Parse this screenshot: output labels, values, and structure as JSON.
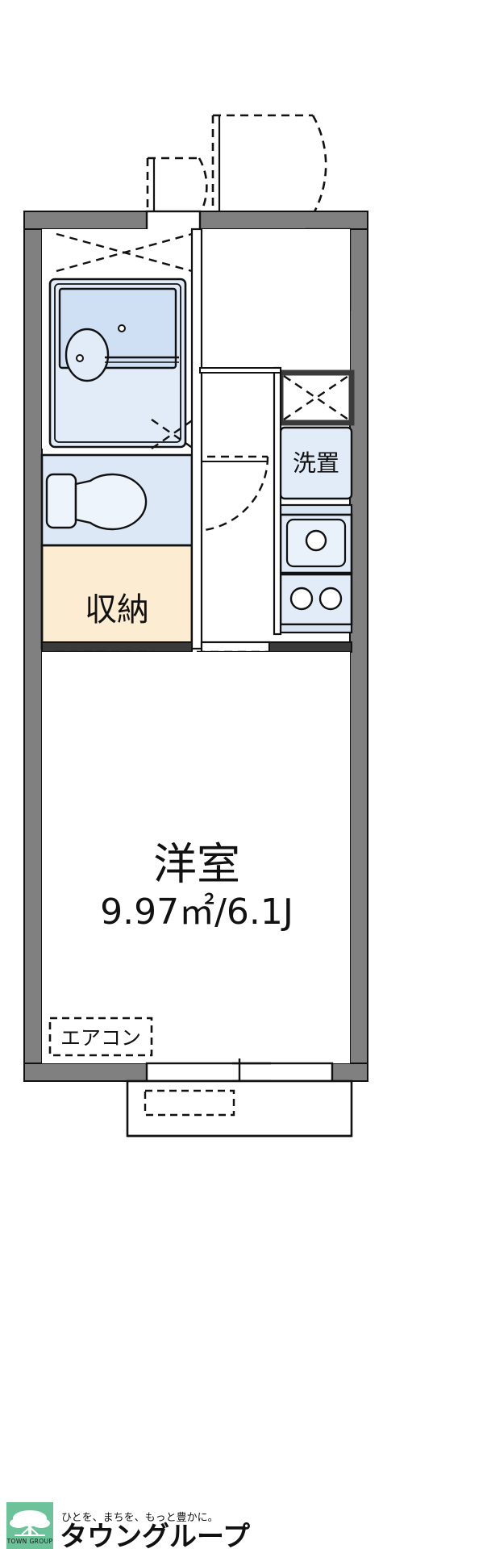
{
  "document": {
    "type": "apartment-floor-plan",
    "layout_type": "1K",
    "orientation": "portrait"
  },
  "rooms": [
    {
      "id": "main-room",
      "name": "洋室",
      "area_sqm": "9.97㎡",
      "tatami": "6.1J",
      "area_line": "9.97㎡/6.1J",
      "fill": "#ffffff"
    },
    {
      "id": "closet",
      "name": "収納",
      "fill": "#fcecd2"
    },
    {
      "id": "washer-space",
      "name": "洗置",
      "fill": "#e2ecf9"
    },
    {
      "id": "unit-bath",
      "name": "",
      "fill": "#e2ecf9"
    },
    {
      "id": "toilet",
      "name": "",
      "fill": "#e2ecf9"
    },
    {
      "id": "entrance",
      "name": "",
      "fill": "#fcecd2"
    }
  ],
  "annotations": [
    {
      "id": "aircon",
      "label": "エアコン"
    }
  ],
  "fixtures": [
    {
      "id": "bathtub",
      "name": "bathtub"
    },
    {
      "id": "vanity-sink",
      "name": "vanity-sink"
    },
    {
      "id": "toilet-bowl",
      "name": "toilet-bowl"
    },
    {
      "id": "kitchen-sink",
      "name": "kitchen-sink"
    },
    {
      "id": "stove-burners",
      "name": "stove-burners"
    },
    {
      "id": "shoe-box",
      "name": "shoe-box"
    },
    {
      "id": "balcony-rail",
      "name": "balcony-rail"
    }
  ],
  "branding": {
    "badge_text": "TOWN GROUP",
    "tagline": "ひとを、まちを、もっと豊かに。",
    "company": "タウングループ"
  },
  "colors": {
    "wall": "#808080",
    "wall_dark": "#3a3a3a",
    "line": "#111111",
    "water_fill": "#e2ecf9",
    "storage_fill": "#fcecd2",
    "brand_green": "#6cc39a",
    "brand_green_text": "#7fc7a6",
    "tagline_gray": "#b9b9b9",
    "background": "#ffffff"
  }
}
